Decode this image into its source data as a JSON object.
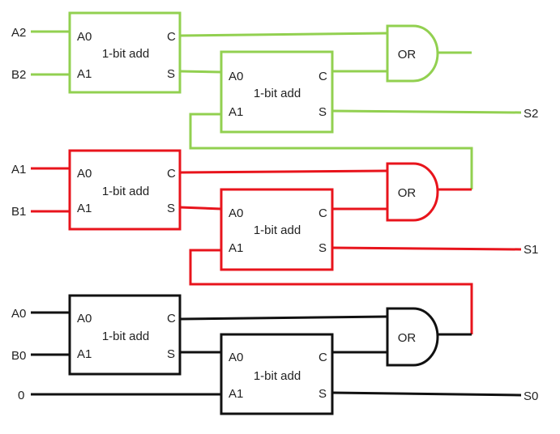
{
  "colors": {
    "green": "#92d050",
    "red": "#e8141c",
    "black": "#111111",
    "text": "#222222"
  },
  "block_labels": {
    "in_a": "A0",
    "in_b": "A1",
    "out_c": "C",
    "out_s": "S",
    "name": "1-bit add"
  },
  "gate_label": "OR",
  "stages": [
    {
      "id": "stage2",
      "color": "green",
      "inputs": [
        "A2",
        "B2"
      ],
      "output": "S2"
    },
    {
      "id": "stage1",
      "color": "red",
      "inputs": [
        "A1",
        "B1"
      ],
      "output": "S1"
    },
    {
      "id": "stage0",
      "color": "black",
      "inputs": [
        "A0",
        "B0"
      ],
      "carry_in": "0",
      "output": "S0"
    }
  ]
}
